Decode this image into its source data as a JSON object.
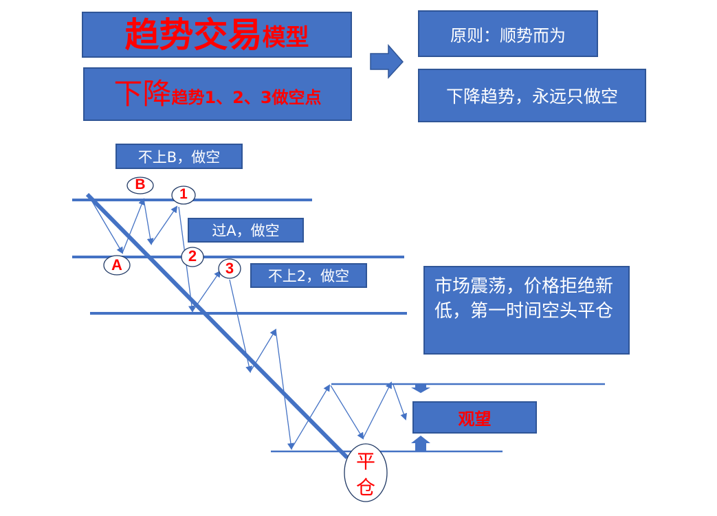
{
  "title": {
    "main_large": "趋势交易",
    "main_small": "模型"
  },
  "subtitle": {
    "large": "下降",
    "small": "趋势1、2、3做空点"
  },
  "principle": {
    "label": "原则：顺势而为",
    "rule": "下降趋势，永远只做空"
  },
  "annotations": {
    "not_above_b": "不上B，做空",
    "break_a": "过A，做空",
    "not_above_2": "不上2，做空",
    "market_note": "市场震荡，价格拒绝新低，第一时间空头平仓",
    "wait": "观望"
  },
  "points": {
    "a": "A",
    "b": "B",
    "p1": "1",
    "p2": "2",
    "p3": "3",
    "close_top": "平",
    "close_bottom": "仓"
  },
  "colors": {
    "box_fill": "#4472c4",
    "box_border": "#2f5597",
    "line": "#4472c4",
    "accent_red": "#ff0000",
    "text_white": "#ffffff"
  }
}
